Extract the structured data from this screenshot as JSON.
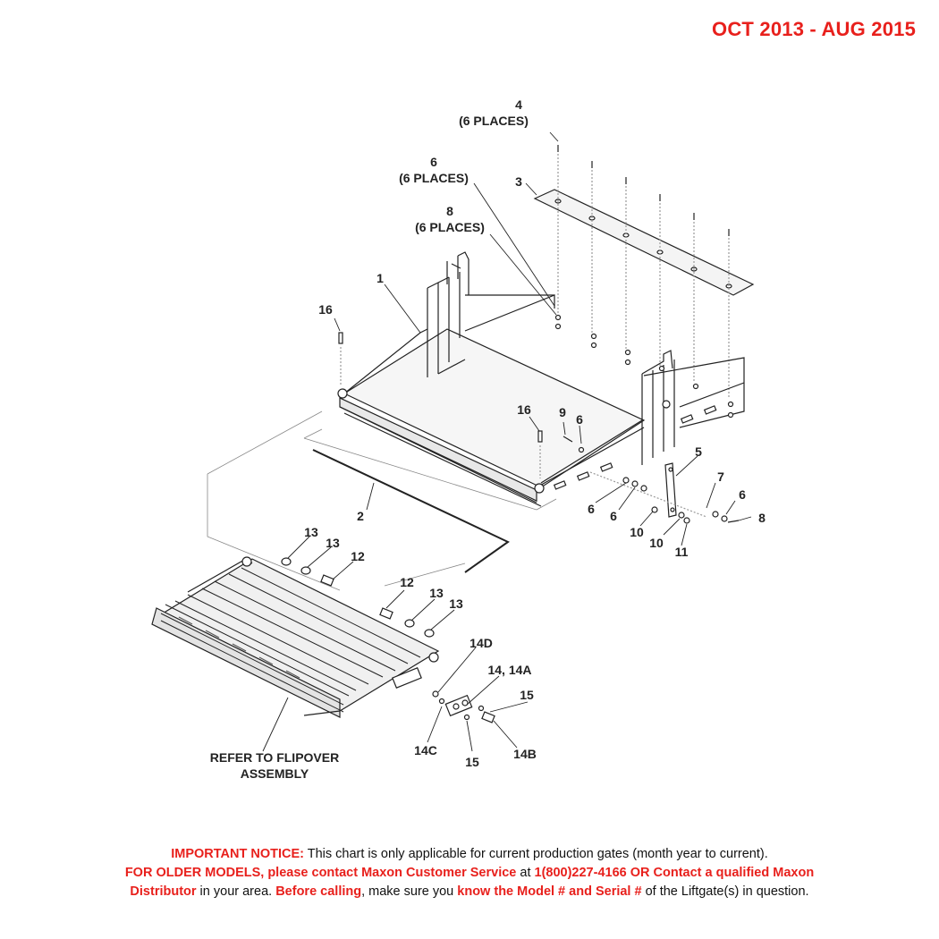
{
  "header": {
    "date_range": "OCT 2013 - AUG 2015"
  },
  "callouts": {
    "c4": "4",
    "c4_places": "(6 PLACES)",
    "c6": "6",
    "c6_places": "(6 PLACES)",
    "c8": "8",
    "c8_places": "(6 PLACES)",
    "c3": "3",
    "c1": "1",
    "c16a": "16",
    "c16b": "16",
    "c9": "9",
    "c6b": "6",
    "c5": "5",
    "c7": "7",
    "c6c": "6",
    "c8b": "8",
    "c6d": "6",
    "c6e": "6",
    "c10a": "10",
    "c10b": "10",
    "c11": "11",
    "c2": "2",
    "c13a": "13",
    "c13b": "13",
    "c12a": "12",
    "c12b": "12",
    "c13c": "13",
    "c13d": "13",
    "c14d": "14D",
    "c14": "14, 14A",
    "c15a": "15",
    "c15b": "15",
    "c14c": "14C",
    "c14b": "14B",
    "flipover_line1": "REFER TO FLIPOVER",
    "flipover_line2": "ASSEMBLY"
  },
  "notice": {
    "label": "IMPORTANT NOTICE:",
    "text1": " This chart is only applicable for current production gates (month year to current).",
    "older_models": "FOR OLDER MODELS, please contact Maxon Customer Service",
    "at": " at ",
    "phone": "1(800)227-4166 OR Contact a qualified Maxon",
    "distributor": "Distributor",
    "in_area": " in your area. ",
    "before_calling": "Before calling",
    "make_sure": ", make sure you ",
    "know_model": "know the Model # and Serial #",
    "of_liftgate": " of the Liftgate(s) in question."
  },
  "colors": {
    "accent_red": "#e8201c",
    "line": "#222222",
    "panel_fill": "#f2f2f2"
  }
}
